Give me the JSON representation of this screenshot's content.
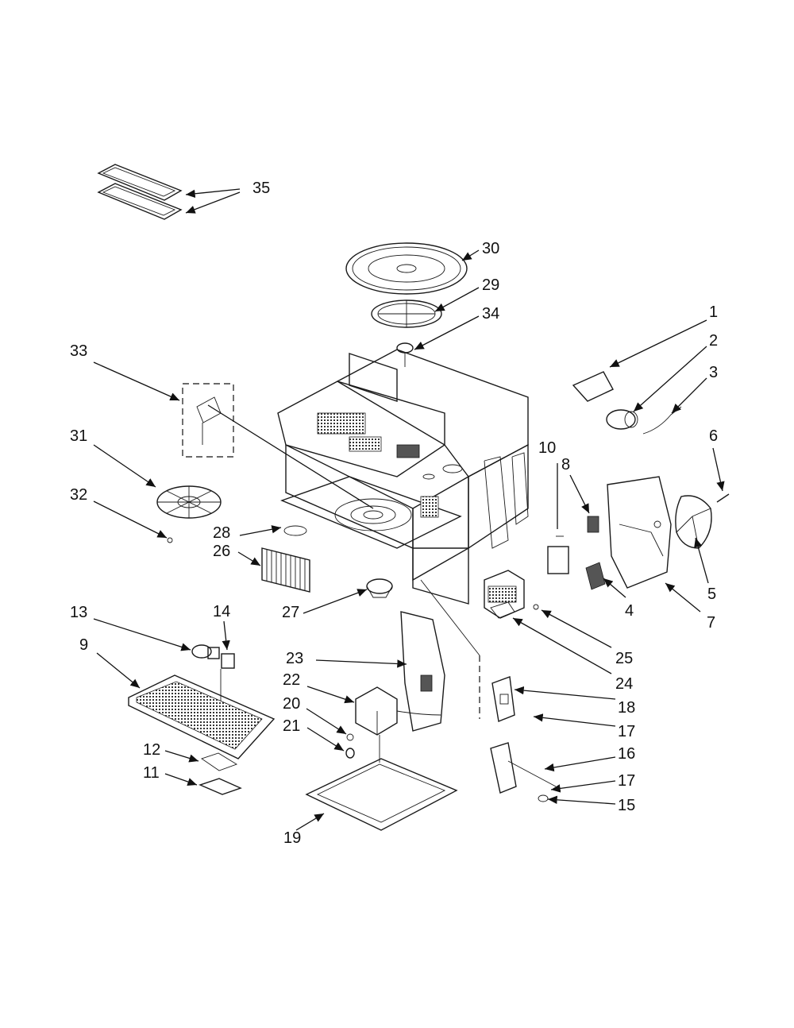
{
  "callouts": {
    "c1": "1",
    "c2": "2",
    "c3": "3",
    "c4": "4",
    "c5": "5",
    "c6": "6",
    "c7": "7",
    "c8": "8",
    "c9": "9",
    "c10": "10",
    "c11": "11",
    "c12": "12",
    "c13": "13",
    "c14": "14",
    "c15": "15",
    "c16": "16",
    "c17a": "17",
    "c17b": "17",
    "c18": "18",
    "c19": "19",
    "c20": "20",
    "c21": "21",
    "c22": "22",
    "c23": "23",
    "c24": "24",
    "c25": "25",
    "c26": "26",
    "c27": "27",
    "c28": "28",
    "c29": "29",
    "c30": "30",
    "c31": "31",
    "c32": "32",
    "c33": "33",
    "c34": "34",
    "c35": "35"
  }
}
